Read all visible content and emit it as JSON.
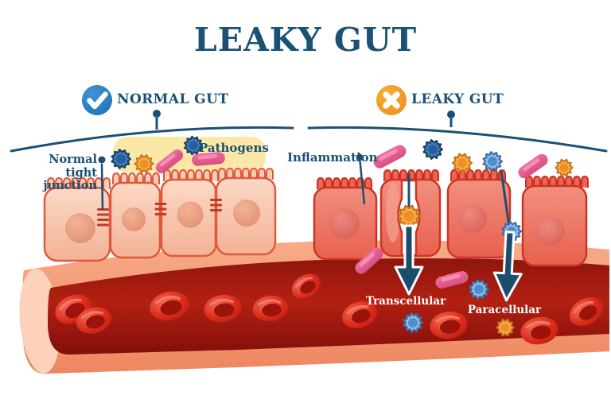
{
  "title": "LEAKY GUT",
  "panels": {
    "normal": {
      "label": "NORMAL GUT",
      "icon": "check-circle"
    },
    "leaky": {
      "label": "LEAKY GUT",
      "icon": "cross-circle"
    }
  },
  "annotations": {
    "pathogens": "Pathogens",
    "tight_junction": "Normal tight junction",
    "inflammation": "Inflammation",
    "transcellular": "Transcellular",
    "paracellular": "Paracellular"
  },
  "colors": {
    "text_blue": "#1a5175",
    "check_blue": "#2d85c6",
    "cross_orange": "#f2a32b",
    "highlight_yellow": "#fce8a6",
    "cell_normal": "#f8c7b0",
    "cell_inflamed": "#ee7866",
    "vessel_wall": "#f3a081",
    "vessel_lumen": "#a01b0f",
    "red_blood_cell": "#dd2a1c",
    "bacteria_pink": "#e85e92",
    "virus_blue": "#3d7fc2",
    "virus_orange": "#f6ad3e"
  }
}
